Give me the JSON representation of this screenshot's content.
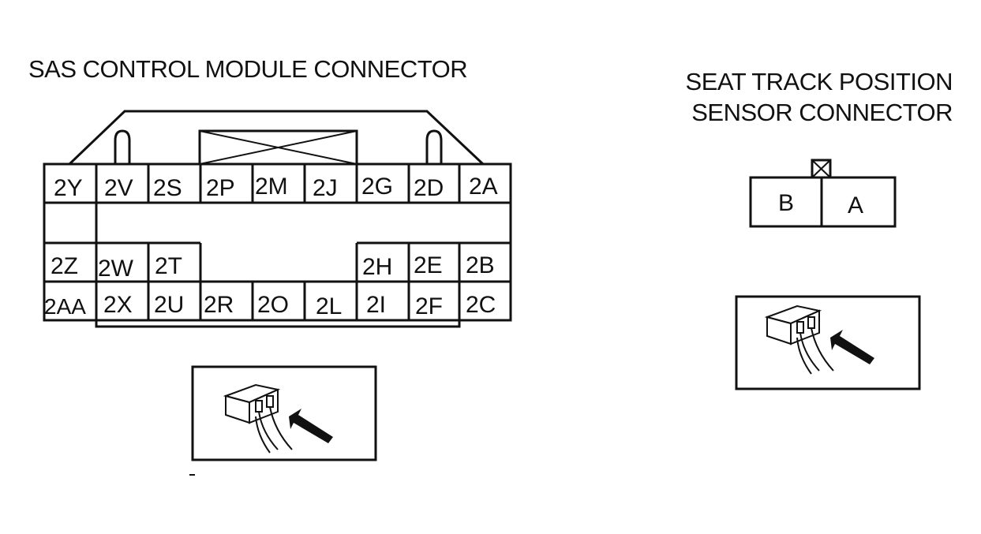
{
  "sas_connector": {
    "title": "SAS CONTROL MODULE CONNECTOR",
    "pins_top_row": [
      "2Y",
      "2V",
      "2S",
      "2P",
      "2M",
      "2J",
      "2G",
      "2D",
      "2A"
    ],
    "pins_row_two_left": [
      "2Z",
      "2W",
      "2T"
    ],
    "pins_row_two_right": [
      "2H",
      "2E",
      "2B"
    ],
    "pins_bottom_row": [
      "2AA",
      "2X",
      "2U",
      "2R",
      "2O",
      "2L",
      "2I",
      "2F",
      "2C"
    ]
  },
  "seat_connector": {
    "title_line1": "SEAT TRACK POSITION",
    "title_line2": "SENSOR CONNECTOR",
    "pins": [
      "B",
      "A"
    ]
  },
  "icons": [
    "harness-side-connector-icon",
    "harness-side-connector-icon"
  ]
}
